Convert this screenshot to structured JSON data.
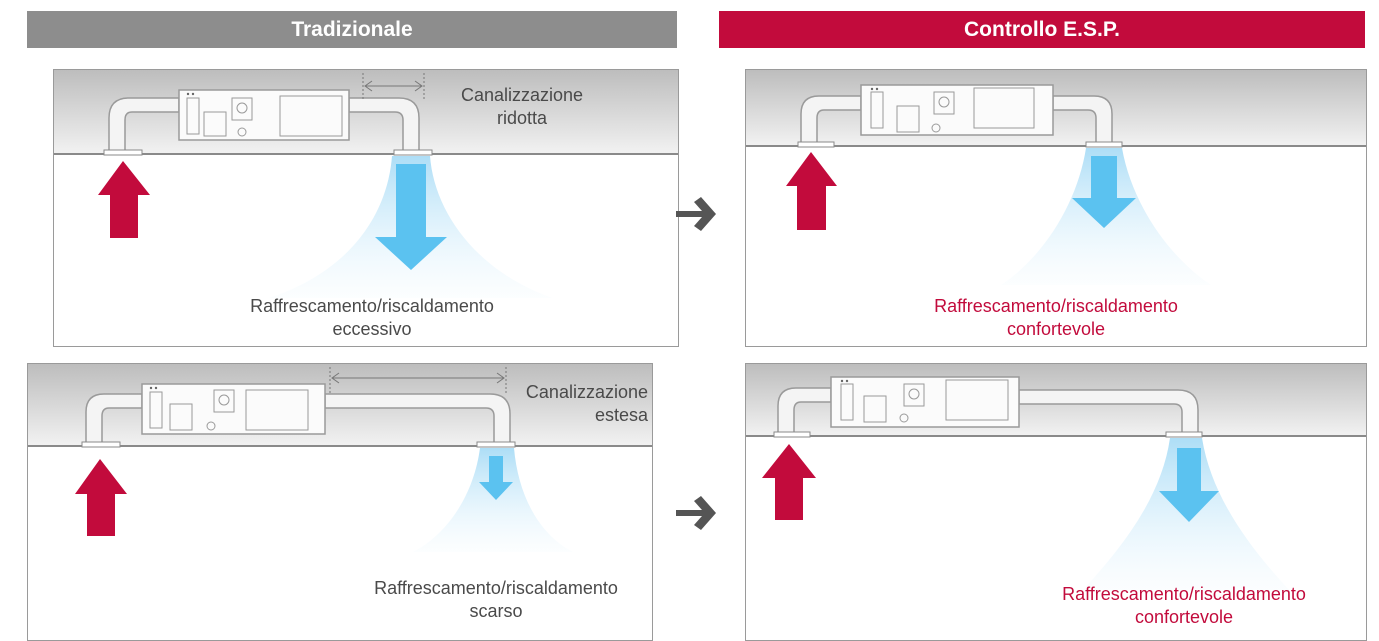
{
  "headers": {
    "traditional": "Tradizionale",
    "esp": "Controllo E.S.P."
  },
  "panels": {
    "top_left": {
      "duct_label_1": "Canalizzazione",
      "duct_label_2": "ridotta",
      "result_1": "Raffrescamento/riscaldamento",
      "result_2": "eccessivo"
    },
    "top_right": {
      "result_1": "Raffrescamento/riscaldamento",
      "result_2": "confortevole"
    },
    "bottom_left": {
      "duct_label_1": "Canalizzazione",
      "duct_label_2": "estesa",
      "result_1": "Raffrescamento/riscaldamento",
      "result_2": "scarso"
    },
    "bottom_right": {
      "result_1": "Raffrescamento/riscaldamento",
      "result_2": "confortevole"
    }
  },
  "icons": {
    "intake": "red-up-arrow-icon",
    "outflow": "blue-down-arrow-icon",
    "transition": "right-arrow-icon"
  },
  "colors": {
    "traditional_header": "#8d8d8d",
    "esp_header": "#c20b3c",
    "intake_arrow": "#c20b3c",
    "outflow_arrow": "#5bc2f0",
    "transition_arrow": "#555555",
    "comfort_text": "#c20b3c"
  }
}
